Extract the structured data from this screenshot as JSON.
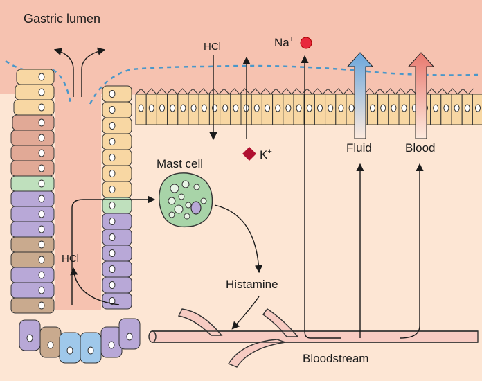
{
  "labels": {
    "gastric_lumen": "Gastric lumen",
    "hcl_top": "HCl",
    "na": "Na",
    "na_charge": "+",
    "k": "K",
    "k_charge": "+",
    "fluid": "Fluid",
    "blood": "Blood",
    "mast_cell": "Mast cell",
    "hcl_pit": "HCl",
    "histamine": "Histamine",
    "bloodstream": "Bloodstream"
  },
  "colors": {
    "lumen": "#f6c2b0",
    "tissue": "#fde6d4",
    "cell_tan": "#f8d7a3",
    "cell_rose": "#e1a996",
    "cell_brown": "#c9aa8e",
    "cell_purple": "#b8a8d7",
    "cell_green": "#bfe0bd",
    "cell_blue": "#9fc8ea",
    "mast_cell_fill": "#a8d4a8",
    "sodium": "#e8283c",
    "potassium": "#b01030",
    "mucus_dash": "#4a97c9",
    "fluid_arrow": "#7ab2e0",
    "blood_arrow": "#ec8f85",
    "vessel": "#f7cbc2"
  }
}
